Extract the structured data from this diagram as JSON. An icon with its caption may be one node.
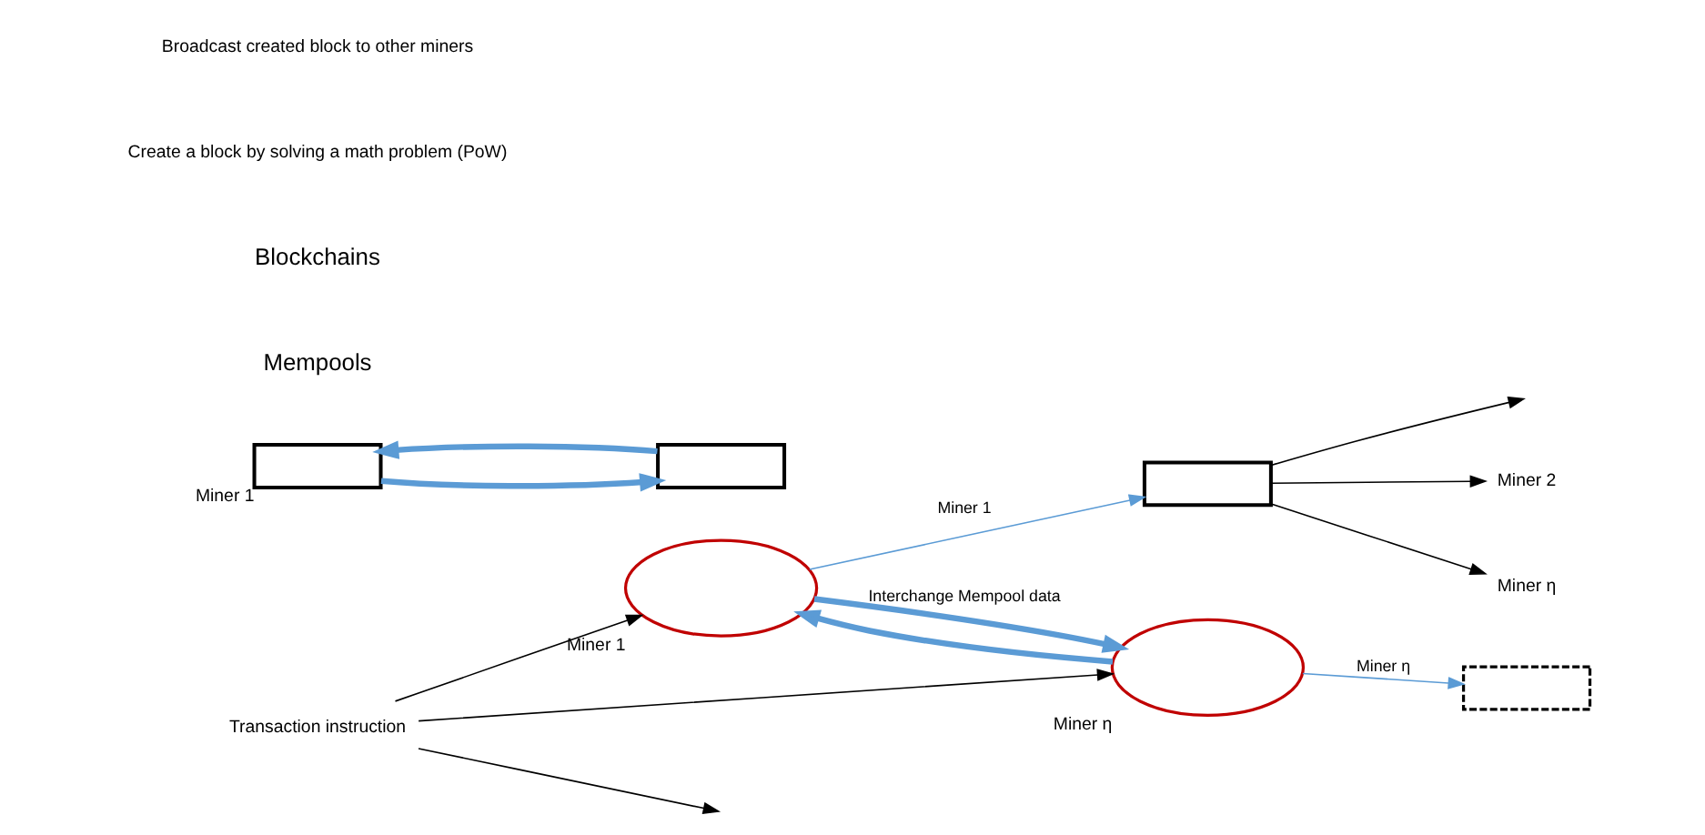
{
  "diagram": {
    "nodes": [
      {
        "text": [
          "Transaction instruction"
        ]
      },
      {
        "text": [],
        "shape": "ellipse",
        "beside": [
          "Miner 1"
        ]
      },
      {
        "text": [],
        "shape": "ellipse",
        "beside": [
          "Miner η"
        ]
      },
      {
        "text": [],
        "shape": "box"
      },
      {
        "text": [],
        "shape": "box"
      },
      {
        "text": [
          "Miner 2"
        ]
      },
      {
        "text": [
          "Miner η"
        ]
      },
      {
        "text": [],
        "shape": "box",
        "beside": [
          "Miner 1"
        ]
      },
      {
        "text": [],
        "shape": "box"
      }
    ],
    "edges": [
      {
        "from": 0,
        "to": 1,
        "arrow": "to"
      },
      {
        "from": 0,
        "to": null,
        "arrow": "to"
      },
      {
        "from": 0,
        "to": 2,
        "arrow": "to"
      },
      {
        "from": 2,
        "to": 1,
        "arrow": "to",
        "style": "thick",
        "color": "#5b9bd5"
      },
      {
        "from": 1,
        "to": 2,
        "arrow": "to",
        "style": "thick",
        "color": "#5b9bd5",
        "label": "Interchange Mempool data"
      },
      {
        "from": 1,
        "to": 3,
        "arrow": "to",
        "color": "#5b9bd5",
        "label": "Miner 1"
      },
      {
        "from": 2,
        "to": 4,
        "arrow": "to",
        "color": "#5b9bd5",
        "label": "Miner η"
      },
      {
        "from": 3,
        "to": 5,
        "arrow": "to"
      },
      {
        "from": 3,
        "to": null,
        "arrow": "to"
      },
      {
        "from": 3,
        "to": 6,
        "arrow": "to"
      },
      {
        "from": 8,
        "to": 7,
        "arrow": "to",
        "style": "thick",
        "color": "#5b9bd5"
      },
      {
        "from": 7,
        "to": 8,
        "arrow": "to",
        "style": "thick",
        "color": "#5b9bd5"
      }
    ],
    "labels": [
      "Mempools",
      "Blockchains",
      "Create a block by solving a math problem (PoW)",
      "Broadcast created block to other miners"
    ]
  }
}
